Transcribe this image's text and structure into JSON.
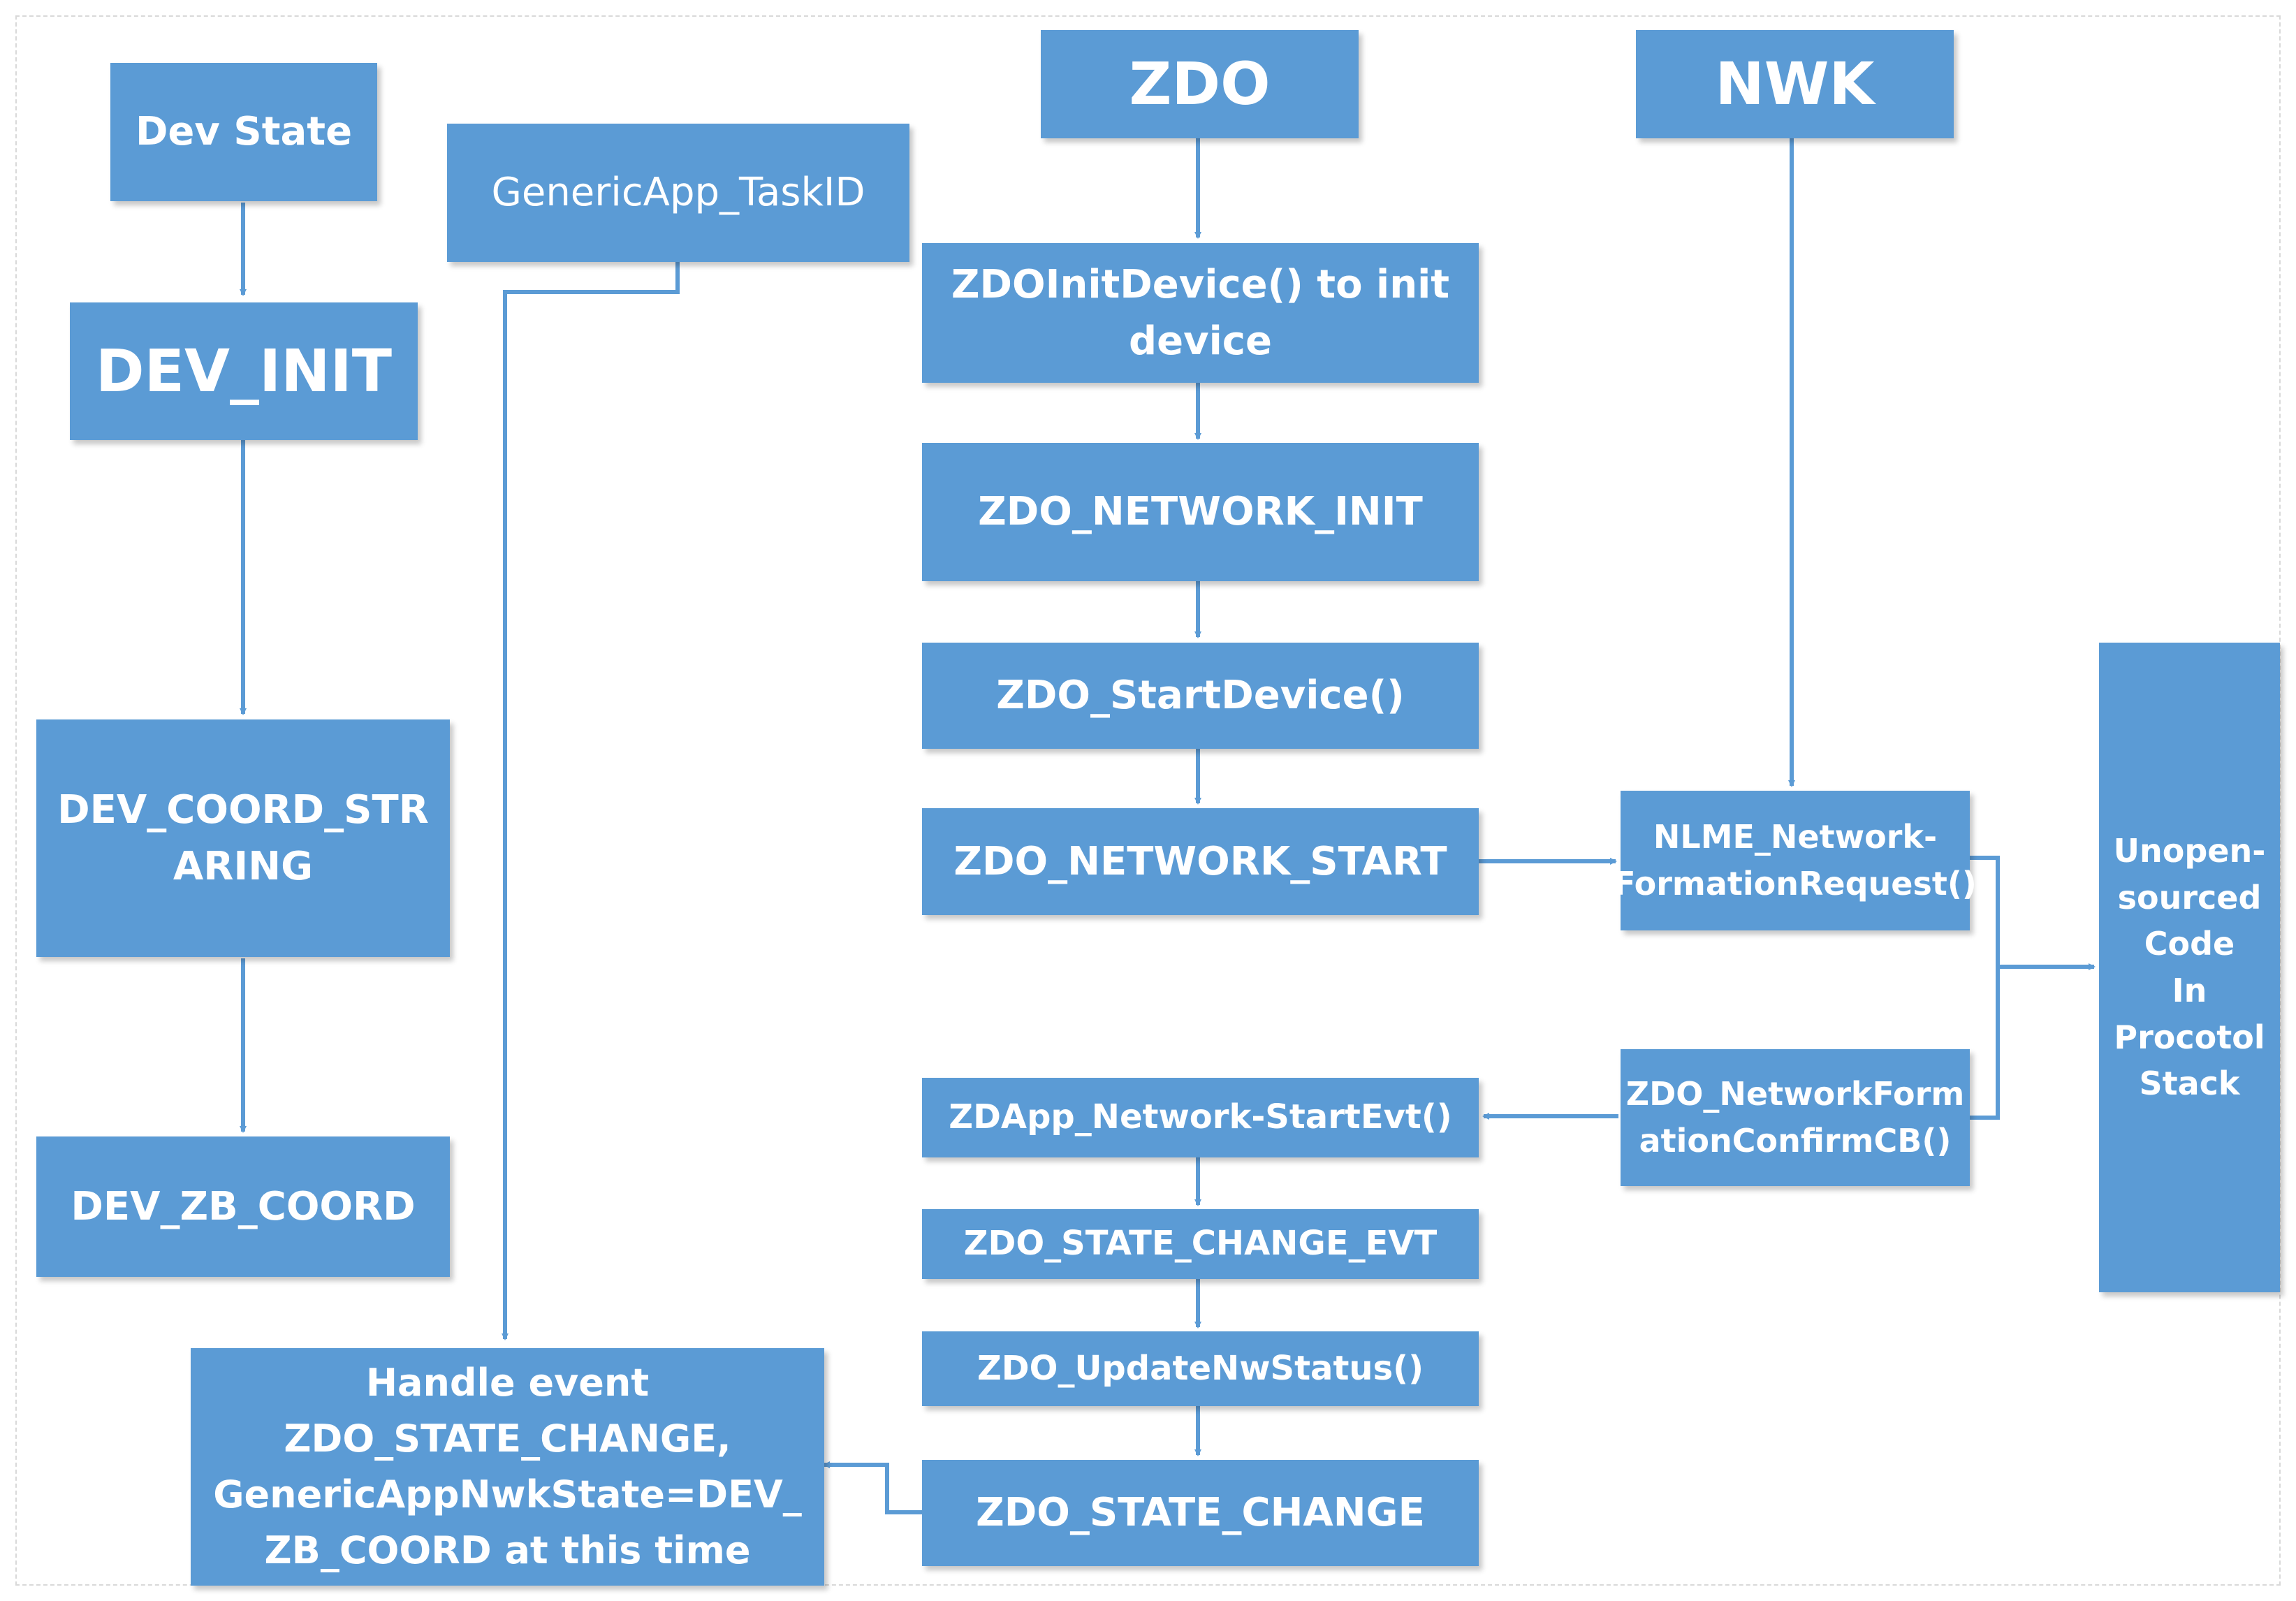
{
  "colors": {
    "box_fill": "#5b9bd5",
    "box_text": "#ffffff",
    "line": "#5b9bd5",
    "frame": "#d9d9d9"
  },
  "left_column": {
    "dev_state": "Dev State",
    "dev_init": "DEV_INIT",
    "dev_coord_starting": [
      "DEV_COORD_STR",
      "ARING"
    ],
    "dev_zb_coord": "DEV_ZB_COORD"
  },
  "task_id": "GenericApp_TaskID",
  "handle_event": [
    "Handle event",
    "ZDO_STATE_CHANGE,",
    "GenericAppNwkState=DEV_",
    "ZB_COORD at this time"
  ],
  "zdo_column": {
    "zdo": "ZDO",
    "init_device": [
      "ZDOInitDevice() to init",
      "device"
    ],
    "network_init": "ZDO_NETWORK_INIT",
    "start_device": "ZDO_StartDevice()",
    "network_start": "ZDO_NETWORK_START",
    "network_start_evt": "ZDApp_Network-StartEvt()",
    "state_change_evt": "ZDO_STATE_CHANGE_EVT",
    "update_nw_status": "ZDO_UpdateNwStatus()",
    "state_change": "ZDO_STATE_CHANGE"
  },
  "nwk_column": {
    "nwk": "NWK",
    "formation_request": [
      "NLME_Network-",
      "FormationRequest()"
    ],
    "formation_confirm": [
      "ZDO_NetworkForm",
      "ationConfirmCB()"
    ]
  },
  "protocol_stack": [
    "Unopen-",
    "sourced",
    "Code",
    "In",
    "Procotol",
    "Stack"
  ]
}
